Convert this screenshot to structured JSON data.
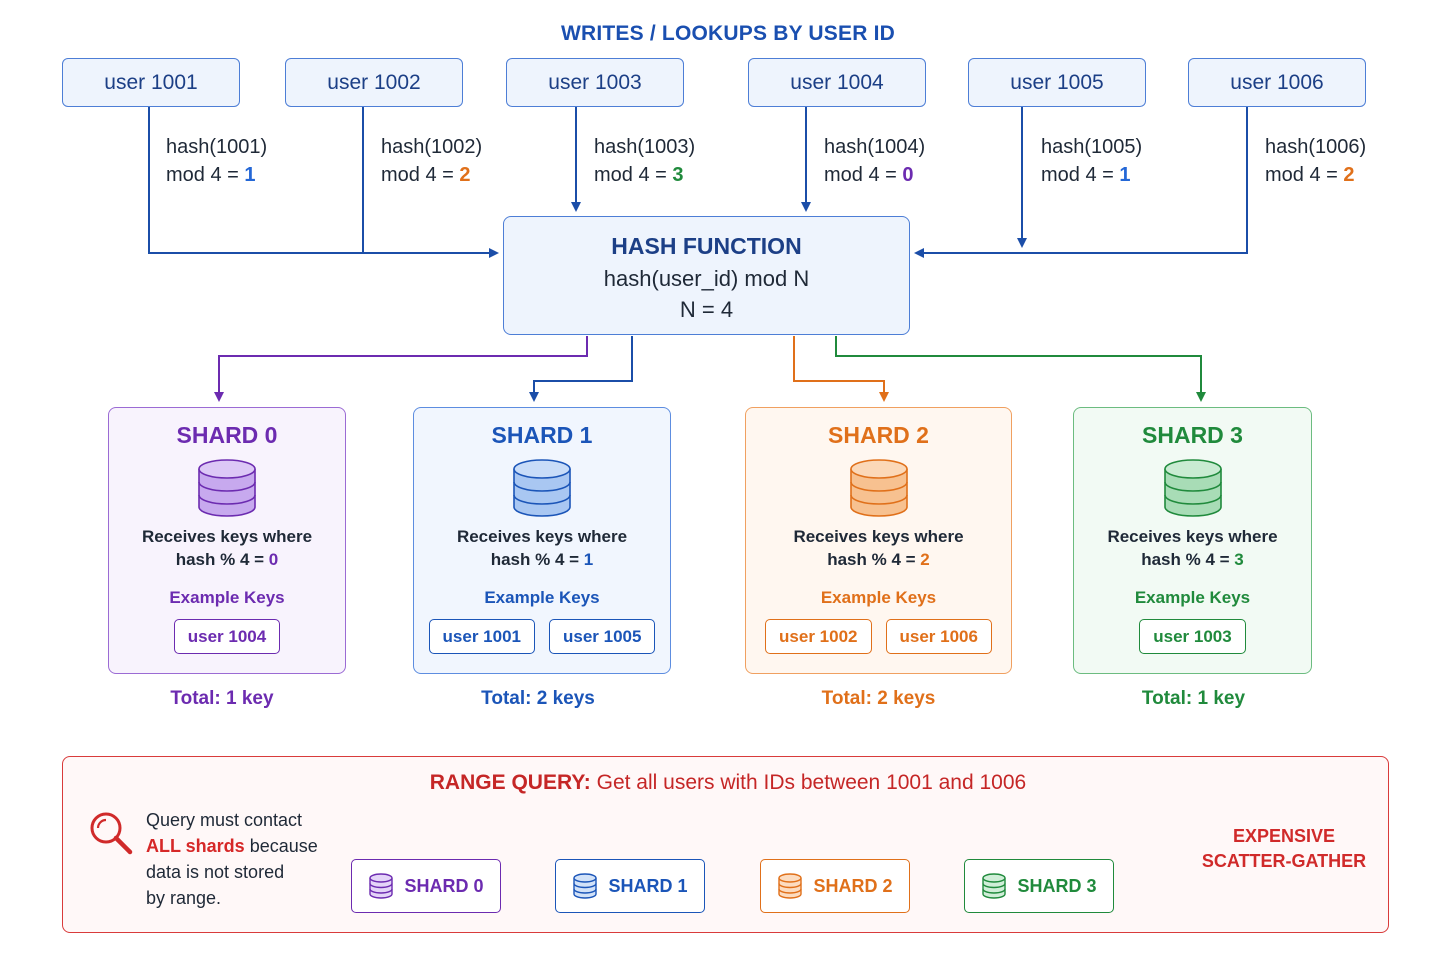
{
  "title": "WRITES / LOOKUPS BY USER ID",
  "users": [
    {
      "label": "user 1001",
      "hash_line": "hash(1001)",
      "mod_prefix": "mod 4 = ",
      "mod_value": "1",
      "color": "#2467d6"
    },
    {
      "label": "user 1002",
      "hash_line": "hash(1002)",
      "mod_prefix": "mod 4 = ",
      "mod_value": "2",
      "color": "#e0701a"
    },
    {
      "label": "user 1003",
      "hash_line": "hash(1003)",
      "mod_prefix": "mod 4 = ",
      "mod_value": "3",
      "color": "#208a3c"
    },
    {
      "label": "user 1004",
      "hash_line": "hash(1004)",
      "mod_prefix": "mod 4 = ",
      "mod_value": "0",
      "color": "#6c2bb0"
    },
    {
      "label": "user 1005",
      "hash_line": "hash(1005)",
      "mod_prefix": "mod 4 = ",
      "mod_value": "1",
      "color": "#2467d6"
    },
    {
      "label": "user 1006",
      "hash_line": "hash(1006)",
      "mod_prefix": "mod 4 = ",
      "mod_value": "2",
      "color": "#e0701a"
    }
  ],
  "hash_function": {
    "title": "HASH FUNCTION",
    "formula": "hash(user_id) mod N",
    "n": "N = 4"
  },
  "shards": [
    {
      "name": "SHARD 0",
      "recv_line1": "Receives keys where",
      "recv_prefix": "hash % 4 = ",
      "recv_value": "0",
      "example_label": "Example Keys",
      "keys": [
        "user 1004"
      ],
      "total": "Total: 1 key",
      "color": "#6c2bb0",
      "bg": "#f8f3fd",
      "icon": "database-icon"
    },
    {
      "name": "SHARD 1",
      "recv_line1": "Receives keys where",
      "recv_prefix": "hash % 4 = ",
      "recv_value": "1",
      "example_label": "Example Keys",
      "keys": [
        "user 1001",
        "user 1005"
      ],
      "total": "Total: 2 keys",
      "color": "#1b55b8",
      "bg": "#f1f6fe",
      "icon": "database-icon"
    },
    {
      "name": "SHARD 2",
      "recv_line1": "Receives keys where",
      "recv_prefix": "hash % 4 = ",
      "recv_value": "2",
      "example_label": "Example Keys",
      "keys": [
        "user 1002",
        "user 1006"
      ],
      "total": "Total: 2 keys",
      "color": "#e0701a",
      "bg": "#fff7f0",
      "icon": "database-icon"
    },
    {
      "name": "SHARD 3",
      "recv_line1": "Receives keys where",
      "recv_prefix": "hash % 4 = ",
      "recv_value": "3",
      "example_label": "Example Keys",
      "keys": [
        "user 1003"
      ],
      "total": "Total: 1 key",
      "color": "#208a3c",
      "bg": "#f2faf4",
      "icon": "database-icon"
    }
  ],
  "range_query": {
    "title_bold": "RANGE QUERY:",
    "title_rest": " Get all users with IDs between 1001 and 1006",
    "desc_line1": "Query must contact",
    "desc_red": "ALL shards",
    "desc_after_red": " because",
    "desc_line3": "data is not stored",
    "desc_line4": "by range.",
    "icon": "magnifier-icon",
    "targets": [
      "SHARD 0",
      "SHARD 1",
      "SHARD 2",
      "SHARD 3"
    ],
    "result_line1": "EXPENSIVE",
    "result_line2": "SCATTER-GATHER",
    "color": "#d02a2a"
  }
}
